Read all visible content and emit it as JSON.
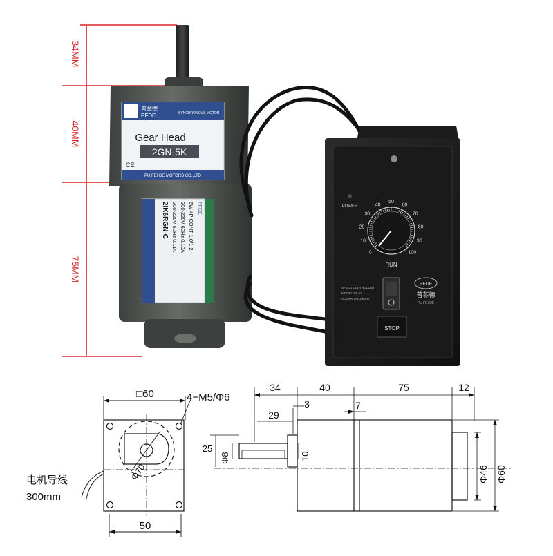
{
  "photo": {
    "dim_shaft": "34MM",
    "dim_gear": "40MM",
    "dim_motor": "75MM",
    "gear_label": {
      "title": "Gear Head",
      "model": "2GN-5K",
      "ce": "CE",
      "brand_cn": "普菲德",
      "brand_en": "PFDE",
      "company": "PU FEI DE MOTORS CO.,LTD",
      "header": "SYNCHRONOUS MOTOR"
    },
    "motor_label": {
      "model": "2IK6RGN-C",
      "line1": "200-220V  50Hz  0.11A",
      "line2": "200-220V  60Hz  0.10A",
      "line3": "6W  4P  CONT  1.0/1.2",
      "brand": "PFDE"
    },
    "controller": {
      "power": "POWER",
      "dial_ticks": [
        "0",
        "10",
        "20",
        "30",
        "40",
        "50",
        "60",
        "70",
        "80",
        "90",
        "100"
      ],
      "run": "RUN",
      "text1": "SPEED CONTROLLER",
      "text2": "MODEL:SS-52",
      "text3": "AC220V 50Hz/60Hz",
      "brand_en": "PFDE",
      "brand_cn": "普菲德",
      "brand_small": "PU FEI DE",
      "stop": "STOP"
    }
  },
  "drawing": {
    "square": "□60",
    "holes": "4−M5/Φ6",
    "bolt_circle": "Φ70",
    "width": "50",
    "lead_label": "电机导线",
    "lead_length": "300mm",
    "dim_34": "34",
    "dim_40": "40",
    "dim_75": "75",
    "dim_12": "12",
    "dim_3": "3",
    "dim_7": "7",
    "dim_29": "29",
    "dim_25": "25",
    "dim_phi8": "Φ8",
    "dim_10": "10",
    "dim_phi46": "Φ46",
    "dim_phi60": "Φ60"
  }
}
